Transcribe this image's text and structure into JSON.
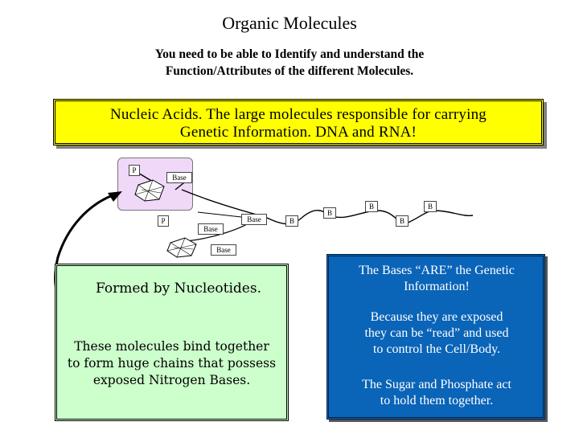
{
  "title": "Organic Molecules",
  "subtitle": {
    "line1": "You need to be able to Identify and understand the",
    "line2": "Function/Attributes of the different Molecules."
  },
  "nucleic_acids": {
    "line1": "Nucleic Acids.  The large molecules responsible for carrying",
    "line2": "Genetic Information.  DNA and RNA!"
  },
  "diagram": {
    "phosphate_label": "P",
    "base_label": "Base",
    "b_label": "B"
  },
  "nucleotides_box": {
    "title": "Formed by Nucleotides.",
    "body_line1": "These molecules bind together",
    "body_line2": "to form huge chains that possess",
    "body_line3": "exposed Nitrogen Bases."
  },
  "bases_box": {
    "p1_line1": "The Bases “ARE” the Genetic",
    "p1_line2": "Information!",
    "p2_line1": "Because they are exposed",
    "p2_line2": "they can be “read” and used",
    "p2_line3": "to control the Cell/Body.",
    "p3_line1": "The Sugar and Phosphate act",
    "p3_line2": "to hold them together."
  },
  "colors": {
    "yellow_box": "#ffff00",
    "green_box": "#ccffcc",
    "blue_box": "#0a64b8",
    "nucleotide_highlight": "#f0d8f8"
  }
}
